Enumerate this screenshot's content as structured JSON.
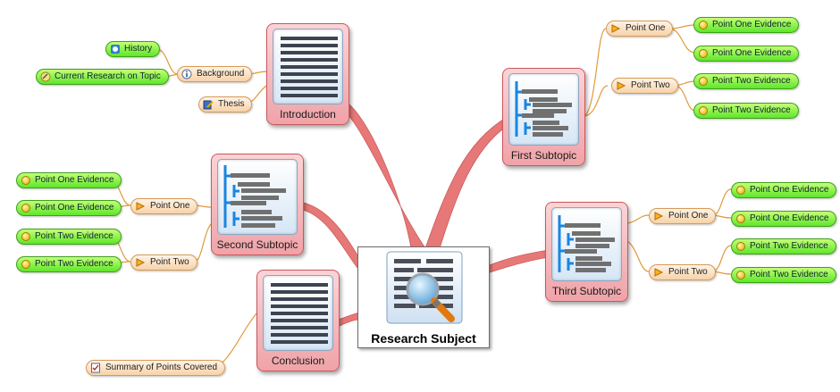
{
  "center": {
    "title": "Research Subject",
    "icon": "magnifier-document-icon"
  },
  "colors": {
    "topic_border": "#c9575f",
    "topic_fill": "#f3b6ba",
    "branch_fill": "#f7d2a8",
    "leaf_fill": "#5ee62a",
    "link_main": "#e05a5a",
    "link_leaf": "#e0a030"
  },
  "topics": {
    "introduction": {
      "label": "Introduction",
      "background": {
        "label": "Background",
        "children": [
          "History",
          "Current Research on Topic"
        ]
      },
      "thesis": "Thesis"
    },
    "first": {
      "label": "First Subtopic",
      "point_one": {
        "label": "Point One",
        "evidence": [
          "Point One Evidence",
          "Point One Evidence"
        ]
      },
      "point_two": {
        "label": "Point Two",
        "evidence": [
          "Point Two Evidence",
          "Point Two Evidence"
        ]
      }
    },
    "second": {
      "label": "Second Subtopic",
      "point_one": {
        "label": "Point One",
        "evidence": [
          "Point One Evidence",
          "Point One Evidence"
        ]
      },
      "point_two": {
        "label": "Point Two",
        "evidence": [
          "Point Two Evidence",
          "Point Two Evidence"
        ]
      }
    },
    "third": {
      "label": "Third Subtopic",
      "point_one": {
        "label": "Point One",
        "evidence": [
          "Point One Evidence",
          "Point One Evidence"
        ]
      },
      "point_two": {
        "label": "Point Two",
        "evidence": [
          "Point Two Evidence",
          "Point Two Evidence"
        ]
      }
    },
    "conclusion": {
      "label": "Conclusion",
      "summary": "Summary of Points Covered"
    }
  }
}
